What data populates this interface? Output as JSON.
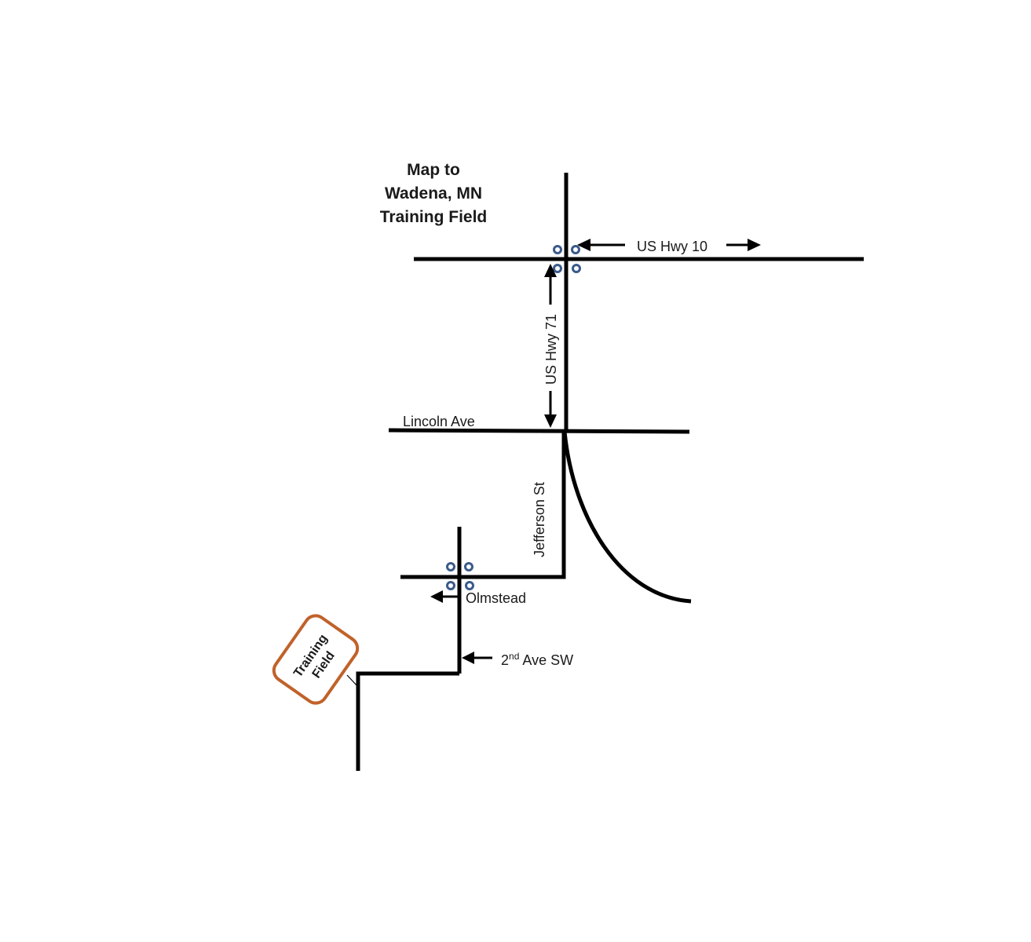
{
  "title": {
    "line1": "Map to",
    "line2": "Wadena, MN",
    "line3": "Training Field"
  },
  "roads": {
    "us_hwy_10": "US Hwy 10",
    "us_hwy_71": "US Hwy 71",
    "lincoln_ave": "Lincoln Ave",
    "jefferson_st": "Jefferson St",
    "olmstead": "Olmstead",
    "second_ave_sw_num": "2",
    "second_ave_sw_sup": "nd",
    "second_ave_sw_rest": " Ave SW"
  },
  "destination": {
    "line1": "Training",
    "line2": "Field",
    "border_color": "#c0622a"
  },
  "colors": {
    "road": "#000000",
    "signal": "#3a5a8a",
    "destination_border": "#c0622a"
  },
  "icons": {
    "signal": "traffic-light-icon",
    "arrow": "arrow-icon"
  }
}
